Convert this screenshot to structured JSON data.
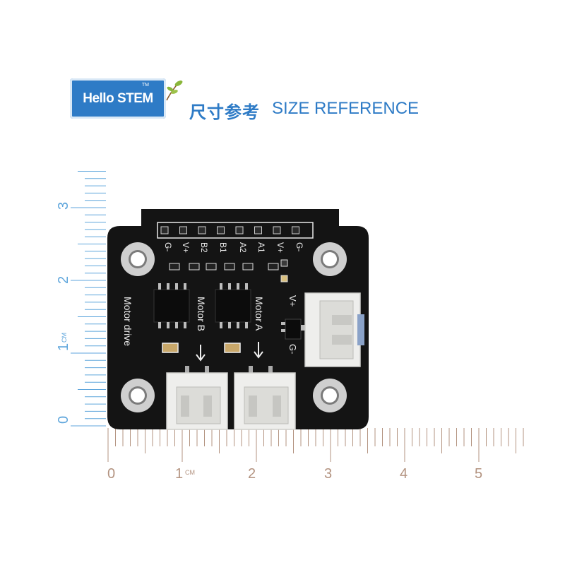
{
  "header": {
    "brand": "Hello STEM",
    "trademark": "TM",
    "title_cn": "尺寸参考",
    "title_en": "SIZE REFERENCE"
  },
  "ruler": {
    "horizontal_numbers": [
      "0",
      "1",
      "2",
      "3",
      "4",
      "5"
    ],
    "vertical_numbers": [
      "0",
      "1",
      "2",
      "3"
    ],
    "unit": "CM"
  },
  "board": {
    "header_pins": [
      "G-",
      "V+",
      "B2",
      "B1",
      "A2",
      "A1",
      "V+",
      "G-"
    ],
    "silk_title": "Motor drive",
    "motor_b": "Motor B",
    "motor_a": "Motor A",
    "power_plus": "V+",
    "power_minus": "G-"
  },
  "colors": {
    "brand_blue": "#2e7bc6",
    "ruler_brown": "#b39380",
    "ruler_blue": "#5fa6dc",
    "pcb_black": "#141414",
    "connector": "#ececea"
  }
}
